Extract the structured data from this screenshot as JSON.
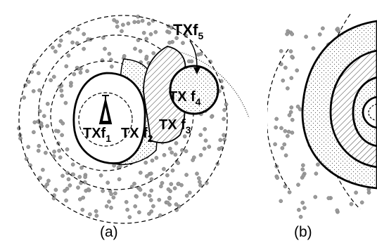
{
  "panels": {
    "a": {
      "caption": "(a)"
    },
    "b": {
      "caption": "(b)"
    }
  },
  "labels": {
    "txf1": {
      "base": "TXf",
      "sub": "1"
    },
    "txf2": {
      "base": "TX f",
      "sub": "2"
    },
    "txf3": {
      "base": "TX f",
      "sub": "3"
    },
    "txf4": {
      "base": "TX f",
      "sub": "4"
    },
    "txf5": {
      "base": "TXf",
      "sub": "5"
    }
  },
  "colors": {
    "ink": "#000000",
    "dot": "#9a9a9a",
    "dotStroke": "#7a7a7a"
  }
}
